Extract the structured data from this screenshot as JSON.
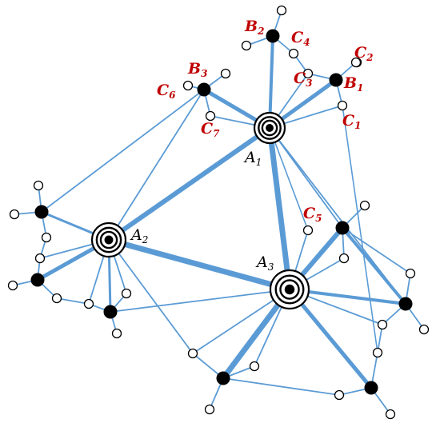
{
  "colors": {
    "edge": "#5b9bd5",
    "label_red": "#c00000",
    "label_black": "#000000"
  },
  "labels": {
    "A1": {
      "main": "A",
      "sub": "1"
    },
    "A2": {
      "main": "A",
      "sub": "2"
    },
    "A3": {
      "main": "A",
      "sub": "3"
    },
    "B1": {
      "main": "B",
      "sub": "1"
    },
    "B2": {
      "main": "B",
      "sub": "2"
    },
    "B3": {
      "main": "B",
      "sub": "3"
    },
    "C1": {
      "main": "C",
      "sub": "1"
    },
    "C2": {
      "main": "C",
      "sub": "2"
    },
    "C3": {
      "main": "C",
      "sub": "3"
    },
    "C4": {
      "main": "C",
      "sub": "4"
    },
    "C5": {
      "main": "C",
      "sub": "5"
    },
    "C6": {
      "main": "C",
      "sub": "6"
    },
    "C7": {
      "main": "C",
      "sub": "7"
    }
  }
}
